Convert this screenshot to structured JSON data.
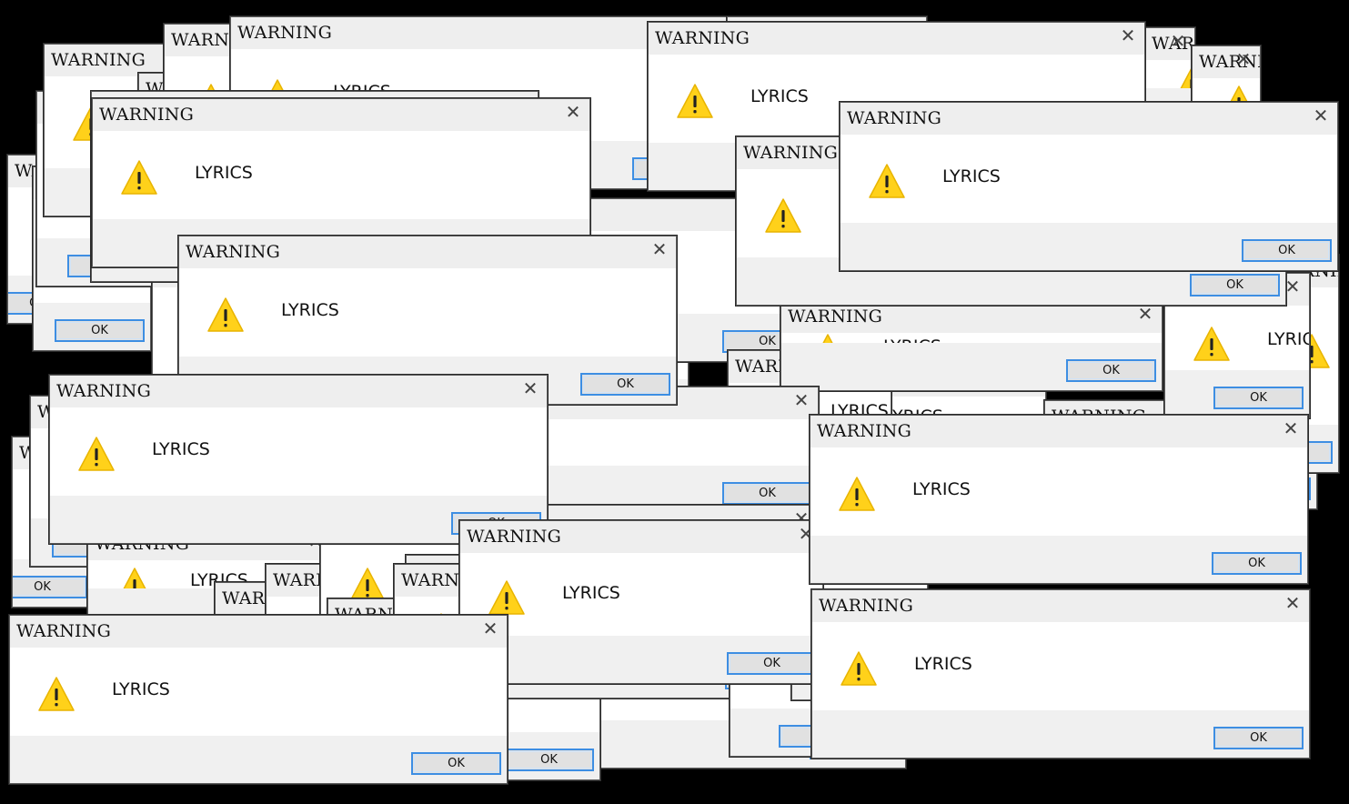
{
  "dialog": {
    "title": "WARNING",
    "message": "LYRICS",
    "ok_label": "OK",
    "close_glyph": "✕",
    "icon": "warning-triangle-icon"
  },
  "colors": {
    "desktop": "#000000",
    "titlebar": "#eeeeee",
    "footer": "#f0f0f0",
    "button_border": "#3d8ee3",
    "icon_fill": "#ffd11a",
    "icon_mark": "#222222"
  }
}
